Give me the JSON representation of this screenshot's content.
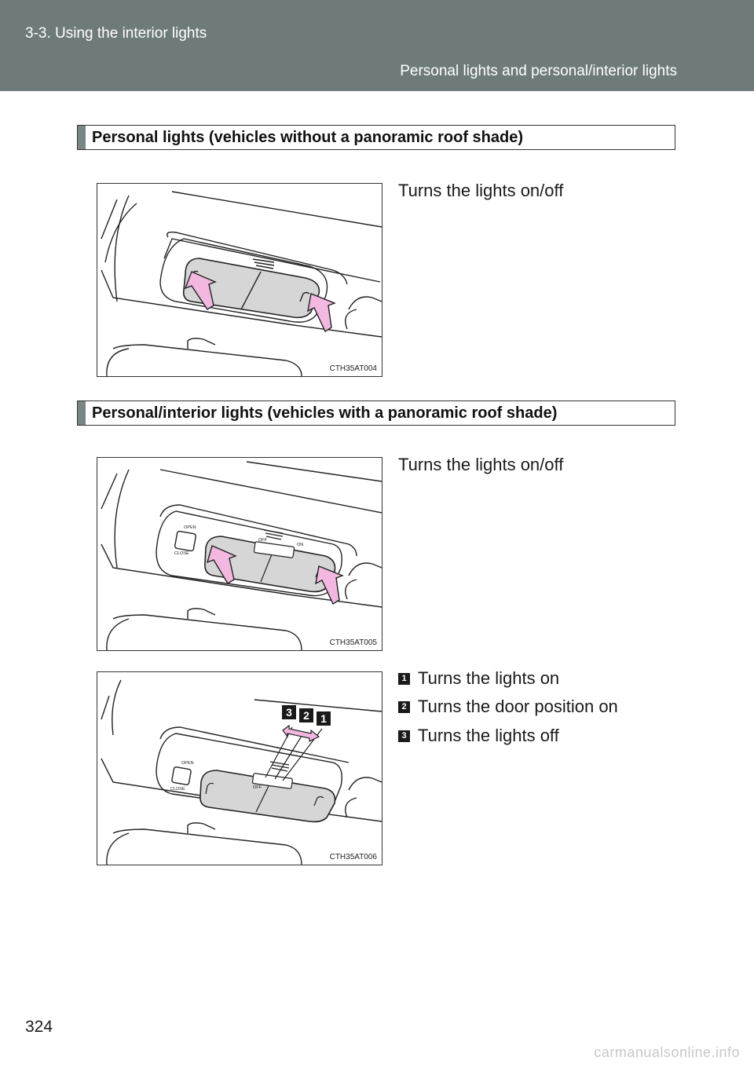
{
  "header": {
    "chapter": "3-3. Using the interior lights",
    "section": "Personal lights and personal/interior lights"
  },
  "sections": [
    {
      "heading": "Personal lights (vehicles without a panoramic roof shade)",
      "figures": [
        {
          "code": "CTH35AT004",
          "caption": "Turns the lights on/off"
        }
      ]
    },
    {
      "heading": "Personal/interior lights (vehicles with a panoramic roof shade)",
      "figures": [
        {
          "code": "CTH35AT005",
          "caption": "Turns the lights on/off",
          "labels": {
            "open": "OPEN",
            "close": "CLOSE",
            "off": "OFF",
            "on": "ON"
          }
        },
        {
          "code": "CTH35AT006",
          "labels": {
            "open": "OPEN",
            "close": "CLOSE",
            "off": "OFF"
          },
          "steps": [
            {
              "num": "1",
              "text": "Turns the lights on"
            },
            {
              "num": "2",
              "text": "Turns the door position on"
            },
            {
              "num": "3",
              "text": "Turns the lights off"
            }
          ]
        }
      ]
    }
  ],
  "page_number": "324",
  "footer_url": "carmanualsonline.info",
  "colors": {
    "header_bg": "#6f7b7b",
    "arrow_fill": "#f2b8e0"
  }
}
